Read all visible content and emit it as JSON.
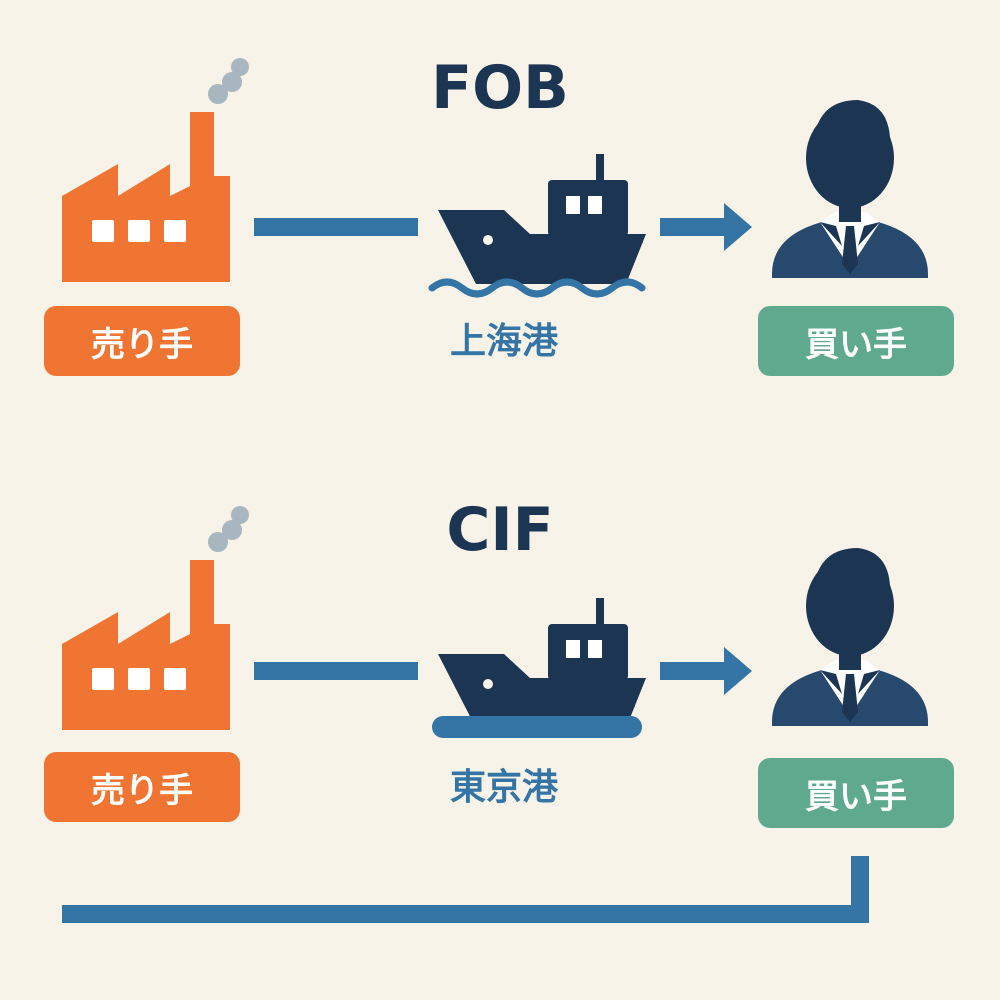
{
  "sections": [
    {
      "title": "FOB",
      "seller_label": "売り手",
      "port_label": "上海港",
      "buyer_label": "買い手"
    },
    {
      "title": "CIF",
      "seller_label": "売り手",
      "port_label": "東京港",
      "buyer_label": "買い手"
    }
  ],
  "colors": {
    "background": "#f8f3e8",
    "seller": "#f07533",
    "buyer_badge": "#5fa98f",
    "navy": "#1b3553",
    "suit": "#27496d",
    "line": "#3475a6",
    "smoke": "#a8b6bf"
  },
  "icons": {
    "seller": "factory-icon",
    "carrier": "ship-icon",
    "buyer": "businessman-icon",
    "smoke": "smoke-icon"
  }
}
